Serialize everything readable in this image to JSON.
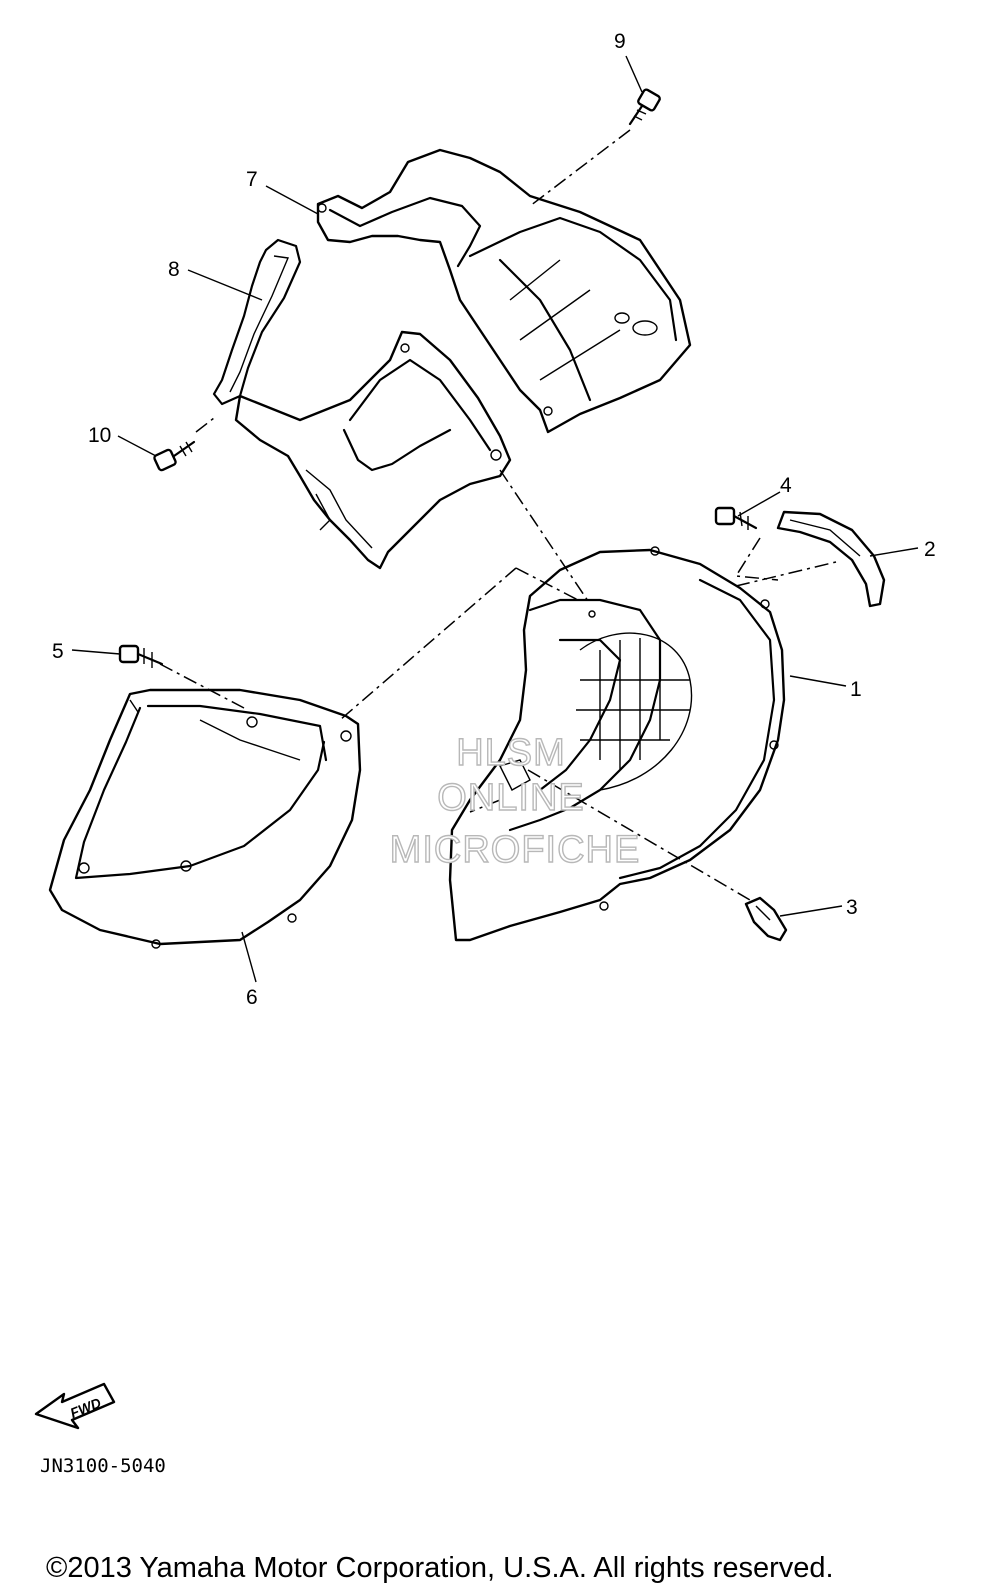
{
  "callouts": [
    {
      "id": "1",
      "label": "1"
    },
    {
      "id": "2",
      "label": "2"
    },
    {
      "id": "3",
      "label": "3"
    },
    {
      "id": "4",
      "label": "4"
    },
    {
      "id": "5",
      "label": "5"
    },
    {
      "id": "6",
      "label": "6"
    },
    {
      "id": "7",
      "label": "7"
    },
    {
      "id": "8",
      "label": "8"
    },
    {
      "id": "9",
      "label": "9"
    },
    {
      "id": "10",
      "label": "10"
    }
  ],
  "watermark": {
    "line1": "HLSM",
    "line2": "ONLINE",
    "line3": "MICROFICHE"
  },
  "fwd_label": "FWD",
  "diagram_code": "JN3100-5040",
  "copyright": "©2013 Yamaha Motor Corporation, U.S.A. All rights reserved."
}
